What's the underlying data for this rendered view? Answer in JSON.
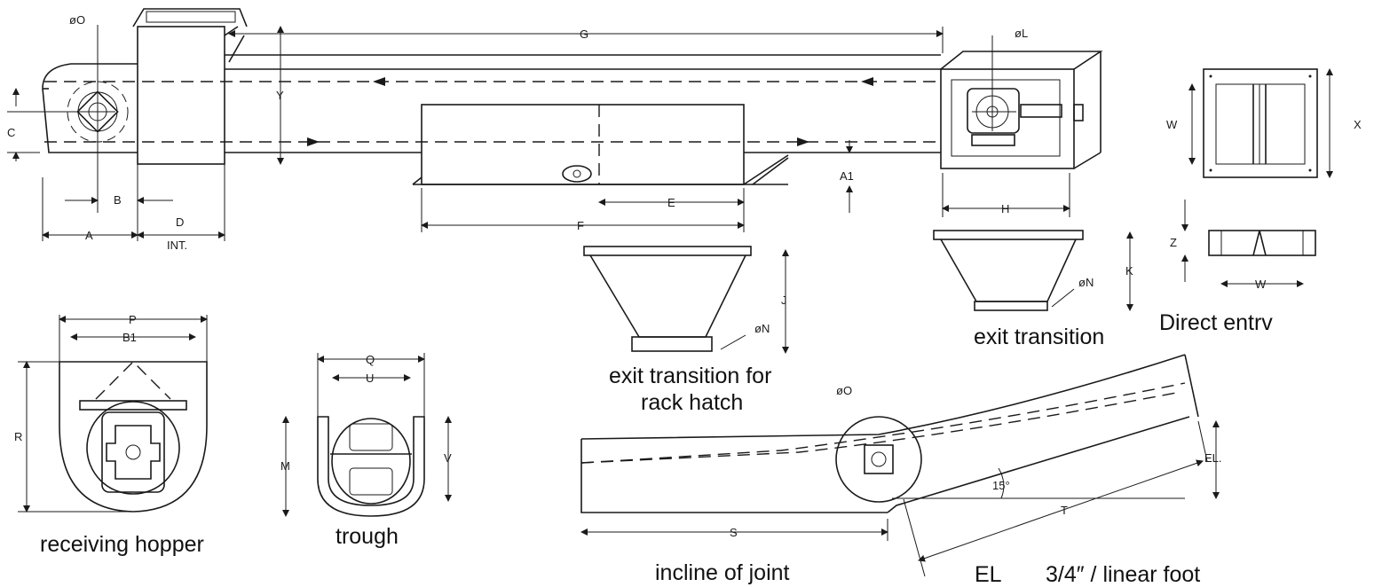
{
  "dimensions": {
    "o_top": "øO",
    "g": "G",
    "l": "øL",
    "y": "Y",
    "c": "C",
    "a1": "A1",
    "b": "B",
    "a": "A",
    "d": "D",
    "int": "INT.",
    "e": "E",
    "f": "F",
    "h": "H",
    "w": "W",
    "x": "X",
    "z": "Z",
    "w2": "W",
    "j": "J",
    "n1": "øN",
    "k": "K",
    "n2": "øN",
    "p": "P",
    "b1": "B1",
    "r": "R",
    "q": "Q",
    "u": "U",
    "m": "M",
    "v": "V",
    "o_inc": "øO",
    "el": "EL.",
    "angle": "15°",
    "s": "S",
    "t": "T"
  },
  "captions": {
    "exit_rack_1": "exit transition for",
    "exit_rack_2": "rack hatch",
    "exit": "exit transition",
    "direct": "Direct entrv",
    "receiving": "receiving hopper",
    "trough": "trough",
    "incline": "incline of joint",
    "el_label": "EL",
    "el_rate": "3/4″ / linear foot"
  }
}
